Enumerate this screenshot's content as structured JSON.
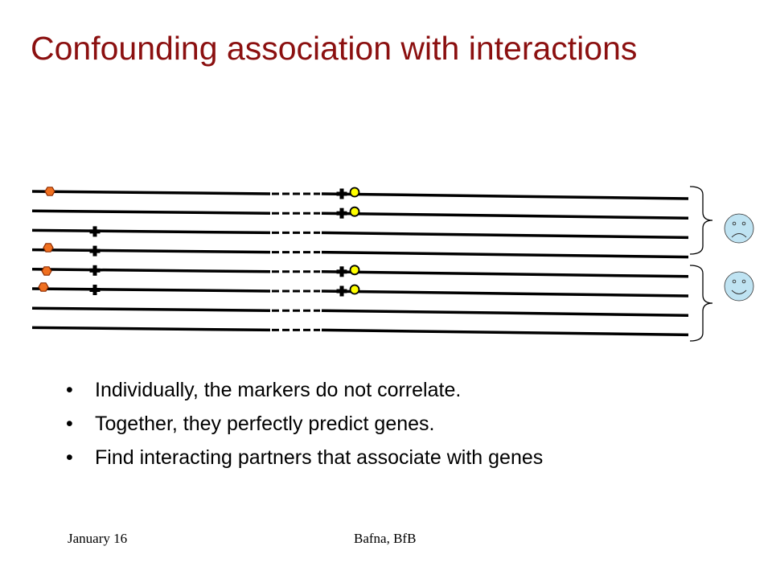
{
  "slide": {
    "title": "Confounding association with interactions",
    "bullets": [
      "Individually, the markers do not correlate.",
      "Together, they perfectly predict genes.",
      "Find interacting partners that associate with genes"
    ],
    "footer_left": "January 16",
    "footer_center": "Bafna, BfB"
  },
  "diagram": {
    "colors": {
      "line": "#000000",
      "hexagon_fill": "#f07020",
      "hexagon_stroke": "#8b2a00",
      "circle_fill": "#ffff00",
      "circle_stroke": "#000000",
      "plus_fill": "#000000",
      "face_fill": "#bfe3f2",
      "bracket": "#000000"
    },
    "haplotypes": [
      {
        "hex": true,
        "plus1": false,
        "plus2": true,
        "circle": true
      },
      {
        "hex": false,
        "plus1": false,
        "plus2": true,
        "circle": true
      },
      {
        "hex": false,
        "plus1": true,
        "plus2": false,
        "circle": false
      },
      {
        "hex": true,
        "plus1": true,
        "plus2": false,
        "circle": false
      },
      {
        "hex": true,
        "plus1": true,
        "plus2": true,
        "circle": true
      },
      {
        "hex": true,
        "plus1": true,
        "plus2": true,
        "circle": true
      },
      {
        "hex": false,
        "plus1": false,
        "plus2": false,
        "circle": false
      },
      {
        "hex": false,
        "plus1": false,
        "plus2": false,
        "circle": false
      }
    ],
    "groups": [
      {
        "face": "sad-face-icon"
      },
      {
        "face": "happy-face-icon"
      }
    ]
  }
}
